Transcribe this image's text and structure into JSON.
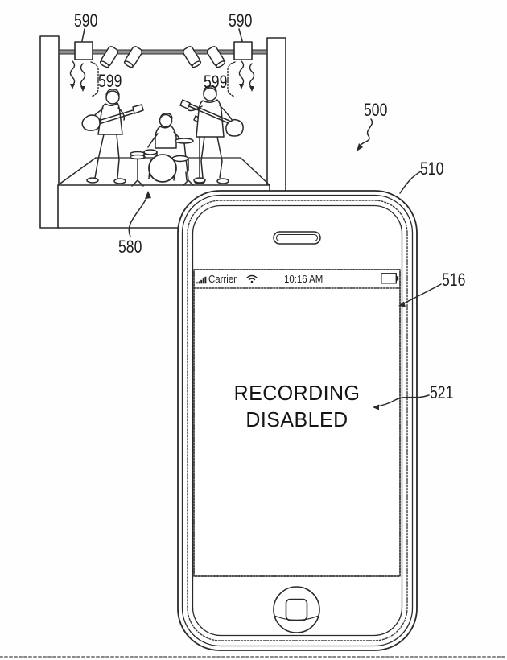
{
  "figure": {
    "reference_labels": {
      "emitter_left": "590",
      "emitter_right": "590",
      "signal_left": "599",
      "signal_right": "599",
      "stage": "580",
      "system": "500",
      "device": "510",
      "display": "516",
      "message": "521"
    },
    "phone": {
      "status_bar": {
        "carrier_label": "Carrier",
        "time": "10:16 AM",
        "icons": {
          "signal": "signal-bars-icon",
          "wifi": "wifi-icon",
          "battery": "battery-empty-icon"
        }
      },
      "message_line1": "RECORDING",
      "message_line2": "DISABLED"
    },
    "colors": {
      "ink": "#2a2a2a",
      "paper": "#ffffff",
      "truss_fill": "#8f8f8f"
    }
  }
}
